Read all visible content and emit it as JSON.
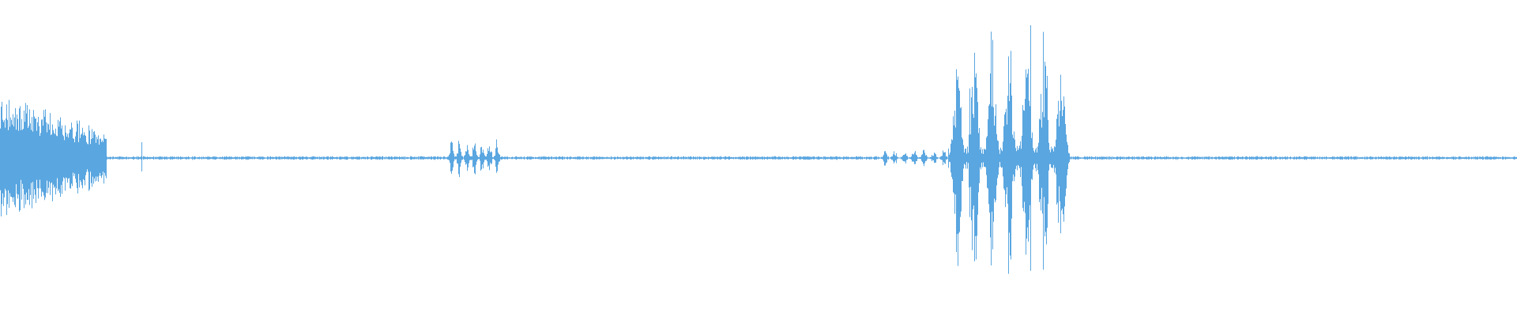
{
  "waveform": {
    "color": "#5aa6e0",
    "background": "#ffffff",
    "segments": [
      {
        "start": 0.0,
        "end": 0.07,
        "amplitude": 0.22,
        "texture": "dense"
      },
      {
        "start": 0.07,
        "end": 0.295,
        "amplitude": 0.004,
        "texture": "flat"
      },
      {
        "start": 0.295,
        "end": 0.33,
        "amplitude": 0.07,
        "texture": "bursts"
      },
      {
        "start": 0.33,
        "end": 0.58,
        "amplitude": 0.004,
        "texture": "flat"
      },
      {
        "start": 0.58,
        "end": 0.625,
        "amplitude": 0.03,
        "texture": "bursts"
      },
      {
        "start": 0.625,
        "end": 0.705,
        "amplitude": 0.42,
        "texture": "bursts"
      },
      {
        "start": 0.705,
        "end": 1.0,
        "amplitude": 0.004,
        "texture": "flat"
      }
    ],
    "spikes": [
      {
        "t": 0.093,
        "amplitude": 0.05
      },
      {
        "t": 0.639,
        "amplitude": 0.22
      },
      {
        "t": 0.653,
        "amplitude": 0.4
      },
      {
        "t": 0.666,
        "amplitude": 0.22
      },
      {
        "t": 0.679,
        "amplitude": 0.42
      },
      {
        "t": 0.69,
        "amplitude": 0.26
      }
    ]
  }
}
